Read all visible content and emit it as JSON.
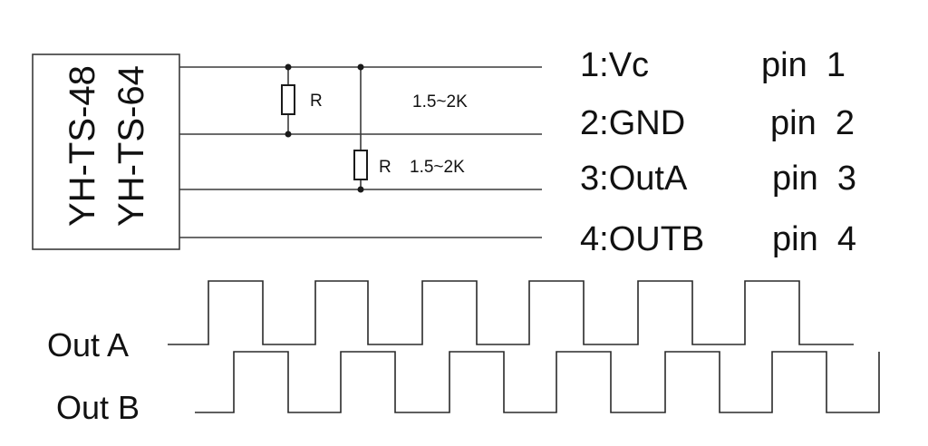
{
  "module": {
    "model_1": "YH-TS-48",
    "model_2": "YH-TS-64"
  },
  "resistors": [
    {
      "label": "R",
      "value": "1.5~2K"
    },
    {
      "label": "R",
      "value": "1.5~2K"
    }
  ],
  "pins": [
    {
      "signal": "1:Vc",
      "pin": "pin  1"
    },
    {
      "signal": "2:GND",
      "pin": "pin  2"
    },
    {
      "signal": "3:OutA",
      "pin": "pin  3"
    },
    {
      "signal": "4:OUTB",
      "pin": "pin  4"
    }
  ],
  "signals": [
    {
      "name": "Out A",
      "levels": [
        0,
        1,
        0,
        1,
        0,
        1,
        0,
        1,
        0,
        1,
        0,
        1,
        0
      ]
    },
    {
      "name": "Out B",
      "levels": [
        0,
        1,
        0,
        1,
        0,
        1,
        0,
        1,
        0,
        1,
        0,
        1,
        0,
        1
      ]
    }
  ]
}
